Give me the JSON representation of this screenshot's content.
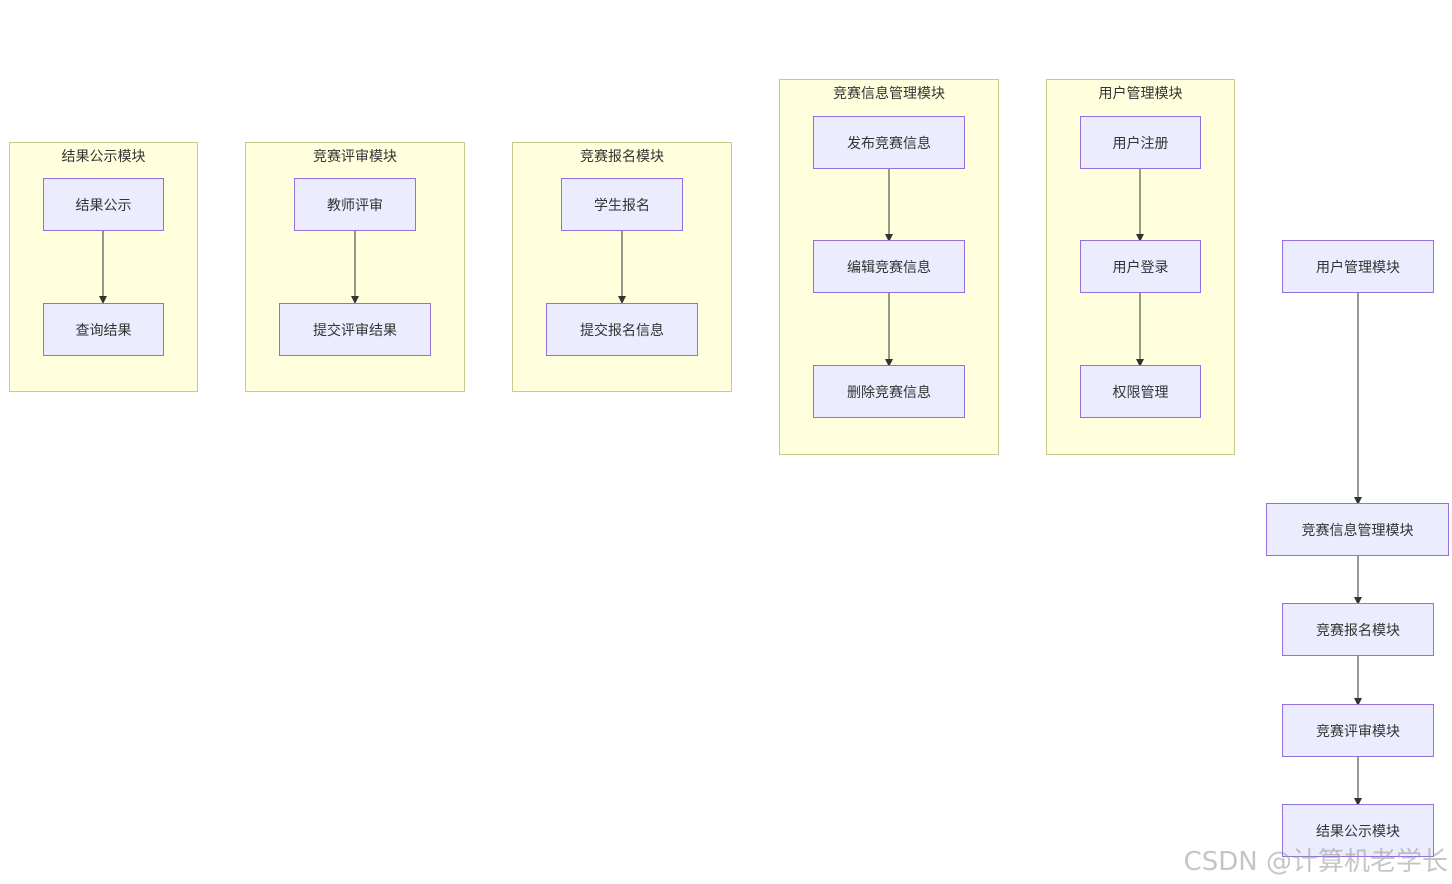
{
  "clusters": {
    "result": {
      "title": "结果公示模块",
      "nodes": [
        "结果公示",
        "查询结果"
      ]
    },
    "review": {
      "title": "竞赛评审模块",
      "nodes": [
        "教师评审",
        "提交评审结果"
      ]
    },
    "signup": {
      "title": "竞赛报名模块",
      "nodes": [
        "学生报名",
        "提交报名信息"
      ]
    },
    "info": {
      "title": "竞赛信息管理模块",
      "nodes": [
        "发布竞赛信息",
        "编辑竞赛信息",
        "删除竞赛信息"
      ]
    },
    "user": {
      "title": "用户管理模块",
      "nodes": [
        "用户注册",
        "用户登录",
        "权限管理"
      ]
    }
  },
  "flow": {
    "nodes": [
      "用户管理模块",
      "竞赛信息管理模块",
      "竞赛报名模块",
      "竞赛评审模块",
      "结果公示模块"
    ]
  },
  "watermark": "CSDN @计算机老学长",
  "colors": {
    "cluster_fill": "#ffffde",
    "cluster_border": "#c9c98a",
    "node_fill": "#ececff",
    "node_border": "#9370db",
    "edge": "#333333"
  }
}
